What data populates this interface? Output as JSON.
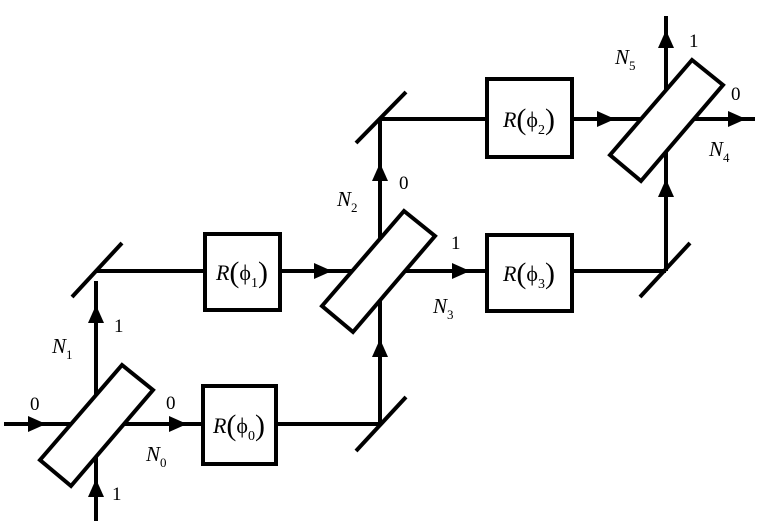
{
  "phase_boxes": [
    {
      "id": "phi0",
      "func": "R",
      "phi": "ϕ",
      "sub": "0"
    },
    {
      "id": "phi1",
      "func": "R",
      "phi": "ϕ",
      "sub": "1"
    },
    {
      "id": "phi2",
      "func": "R",
      "phi": "ϕ",
      "sub": "2"
    },
    {
      "id": "phi3",
      "func": "R",
      "phi": "ϕ",
      "sub": "3"
    }
  ],
  "port_labels": {
    "bs1_in_0": "0",
    "bs1_in_1": "1",
    "bs1_out_0": "0",
    "bs1_out_1": "1",
    "bs2_out_0": "0",
    "bs2_out_1": "1",
    "bs3_out_0": "0",
    "bs3_out_1": "1"
  },
  "number_labels": [
    {
      "id": "N0",
      "letter": "N",
      "sub": "0"
    },
    {
      "id": "N1",
      "letter": "N",
      "sub": "1"
    },
    {
      "id": "N2",
      "letter": "N",
      "sub": "2"
    },
    {
      "id": "N3",
      "letter": "N",
      "sub": "3"
    },
    {
      "id": "N4",
      "letter": "N",
      "sub": "4"
    },
    {
      "id": "N5",
      "letter": "N",
      "sub": "5"
    }
  ]
}
